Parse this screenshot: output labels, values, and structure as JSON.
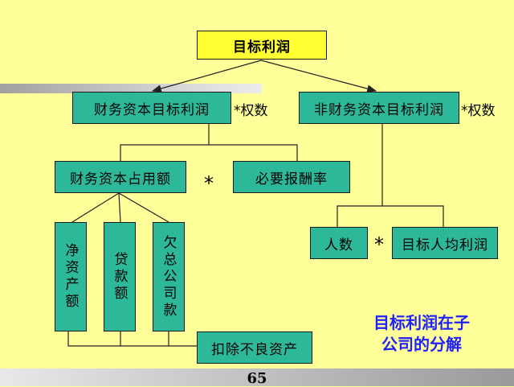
{
  "nodes": {
    "target_profit": "目标利润",
    "financial_capital_target_profit": "财务资本目标利润",
    "weight_left": "*权数",
    "nonfinancial_capital_target_profit": "非财务资本目标利润",
    "weight_right": "*权数",
    "financial_capital_occupied": "财务资本占用额",
    "multiply_1": "*",
    "required_return_rate": "必要报酬率",
    "net_assets": "净资产额",
    "loans": "贷款额",
    "owed_company_funds": "欠总公司款",
    "deduct_bad_assets": "扣除不良资产",
    "headcount": "人数",
    "multiply_2": "*",
    "target_per_capita_profit": "目标人均利润"
  },
  "caption_line1": "目标利润在子",
  "caption_line2": "公司的分解",
  "page_number": "65",
  "colors": {
    "background": "#ffff99",
    "box_green": "#2eb89a",
    "box_yellow": "#ffff33",
    "caption_blue": "#2020ff"
  }
}
